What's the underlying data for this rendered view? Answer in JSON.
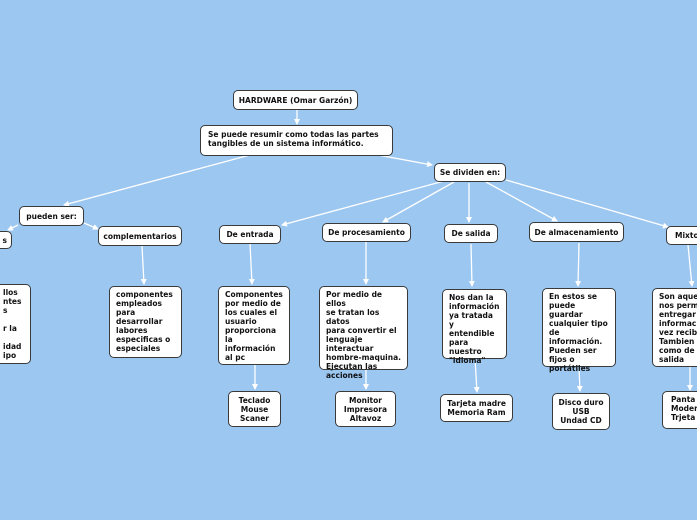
{
  "colors": {
    "background": "#9cc7f1",
    "node_fill": "#ffffff",
    "node_border": "#3a3a3a",
    "connector": "#ffffff"
  },
  "nodes": {
    "root": "HARDWARE (Omar Garzón)",
    "summary": "Se puede resumir como todas las partes\ntangibles de un sistema informático.",
    "se_dividen": "Se dividen en:",
    "pueden_ser": "pueden ser:",
    "basicos_partial": "s",
    "basicos_desc_partial": "llos\nntes\ns\n\nr la\n\nidad\nipo",
    "complementarios": "complementarios",
    "complementarios_desc": "componentes\nempleados\npara\ndesarrollar\nlabores\nespecificas o\nespeciales",
    "entrada": "De entrada",
    "entrada_desc": "Componentes\npor medio de\nlos cuales el\nusuario\nproporciona\nla\ninformación\nal pc",
    "entrada_ej": "Teclado\nMouse\nScaner",
    "procesamiento": "De procesamiento",
    "procesamiento_desc": "Por medio de ellos\nse tratan los datos\npara convertir el\nlenguaje\ninteractuar\nhombre-maquina.\nEjecutan las\nacciones",
    "procesamiento_ej": "Monitor\nImpresora\nAltavoz",
    "salida": "De salida",
    "salida_desc": "Nos dan la\ninformación\nya tratada y\nentendible\npara\nnuestro\n\"idioma\"",
    "salida_ej": "Tarjeta madre\nMemoria Ram",
    "almacenamiento": "De almacenamiento",
    "almacenamiento_desc": "En estos se\npuede guardar\ncualquier tipo\nde\ninformación.\nPueden ser\nfijos o\nportátiles",
    "almacenamiento_ej": "Disco duro\nUSB\nUndad CD",
    "mixtos": "Mixto",
    "mixtos_desc": "Son aquel\nnos perm\nentregar\ninformaci\nvez recibi\nTambien\ncomo de e\nsalida",
    "mixtos_ej": "Panta\nModer\nTrjeta"
  }
}
